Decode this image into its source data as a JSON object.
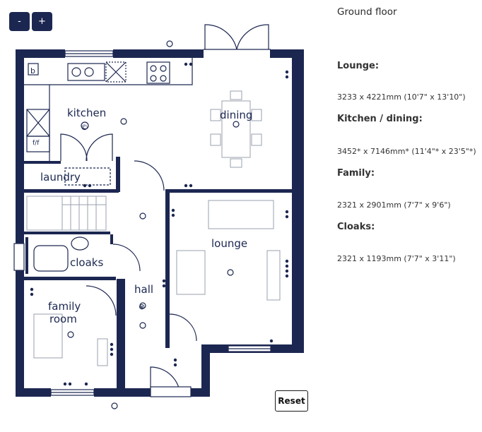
{
  "controls": {
    "zoom_out_label": "-",
    "zoom_in_label": "+",
    "reset_label": "Reset"
  },
  "plan": {
    "labels": {
      "kitchen": "kitchen",
      "dining": "dining",
      "laundry": "laundry",
      "lounge": "lounge",
      "cloaks": "cloaks",
      "hall": "hall",
      "family_line1": "family",
      "family_line2": "room",
      "boiler": "b",
      "fridge": "f/f"
    }
  },
  "info": {
    "floor_title": "Ground floor",
    "rooms": [
      {
        "name": "Lounge:",
        "dims": "3233 x 4221mm (10'7\" x 13'10\")"
      },
      {
        "name": "Kitchen / dining:",
        "dims": "3452* x 7146mm* (11'4\"* x 23'5\"*)"
      },
      {
        "name": "Family:",
        "dims": "2321 x 2901mm (7'7\" x 9'6\")"
      },
      {
        "name": "Cloaks:",
        "dims": "2321 x 1193mm (7'7\" x 3'11\")"
      }
    ]
  },
  "colors": {
    "wall": "#1c2751",
    "button_bg": "#1c2751"
  }
}
